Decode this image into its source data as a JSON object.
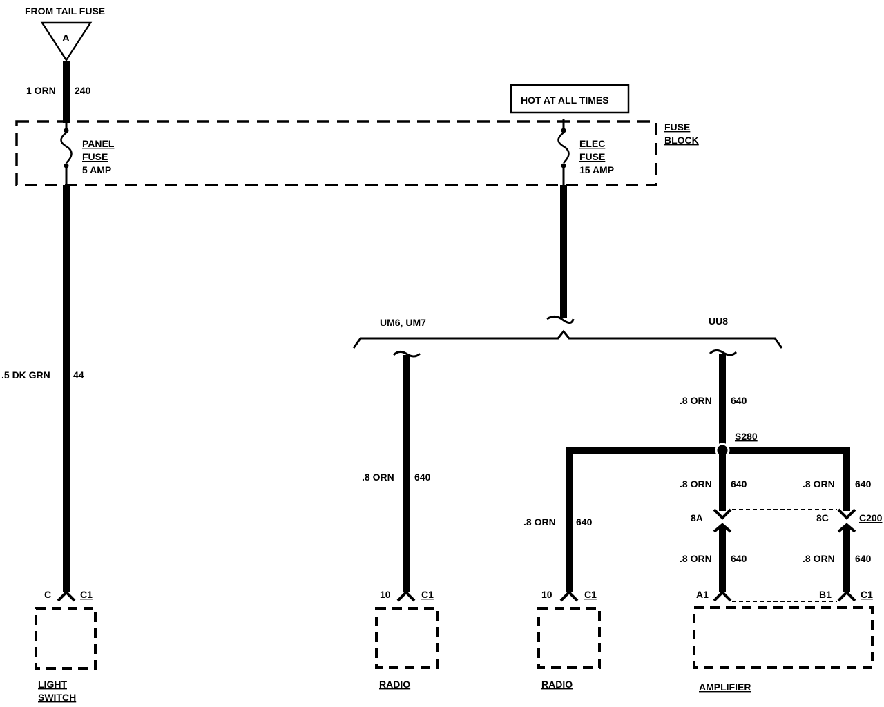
{
  "diagram": {
    "source": {
      "title": "FROM TAIL FUSE",
      "connector_letter": "A",
      "wire_gauge_color": "1 ORN",
      "wire_circuit": "240"
    },
    "hot_label": "HOT AT ALL TIMES",
    "fuse_block": {
      "label_line1": "FUSE",
      "label_line2": "BLOCK"
    },
    "panel_fuse": {
      "line1": "PANEL",
      "line2": "FUSE",
      "line3": "5 AMP"
    },
    "elec_fuse": {
      "line1": "ELEC",
      "line2": "FUSE",
      "line3": "15 AMP"
    },
    "light_switch_wire": {
      "gauge_color": ".5 DK GRN",
      "circuit": "44"
    },
    "options": {
      "left": "UM6, UM7",
      "right": "UU8"
    },
    "radio_um6_wire": {
      "gauge_color": ".8 ORN",
      "circuit": "640"
    },
    "uu8_wire": {
      "gauge_color": ".8 ORN",
      "circuit": "640"
    },
    "splice": "S280",
    "radio_uu8_wire": {
      "gauge_color": ".8 ORN",
      "circuit": "640"
    },
    "amp_a_upper": {
      "gauge_color": ".8 ORN",
      "circuit": "640"
    },
    "amp_b_upper": {
      "gauge_color": ".8 ORN",
      "circuit": "640"
    },
    "amp_a_lower": {
      "gauge_color": ".8 ORN",
      "circuit": "640"
    },
    "amp_b_lower": {
      "gauge_color": ".8 ORN",
      "circuit": "640"
    },
    "c200": {
      "pin_a": "8A",
      "pin_b": "8C",
      "name": "C200"
    },
    "light_switch": {
      "pin": "C",
      "connector": "C1",
      "label_line1": "LIGHT",
      "label_line2": "SWITCH"
    },
    "radio_um6": {
      "pin": "10",
      "connector": "C1",
      "label": "RADIO"
    },
    "radio_uu8": {
      "pin": "10",
      "connector": "C1",
      "label": "RADIO"
    },
    "amplifier": {
      "pin_a": "A1",
      "pin_b": "B1",
      "connector": "C1",
      "label": "AMPLIFIER"
    }
  }
}
